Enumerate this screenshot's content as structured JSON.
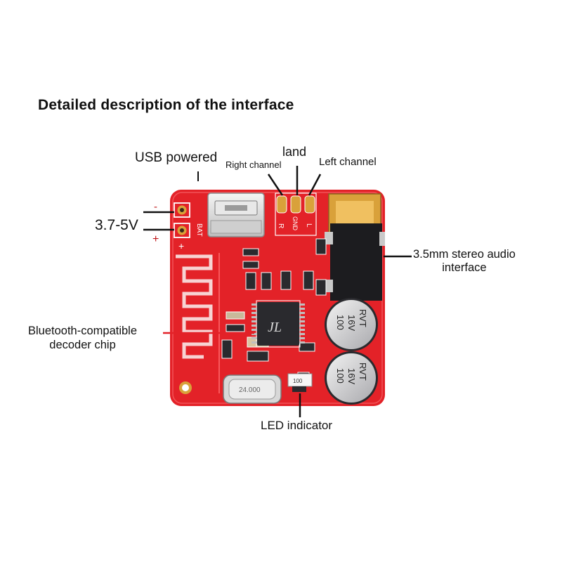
{
  "title": "Detailed description of the interface",
  "labels": {
    "usb": "USB powered",
    "land": "land",
    "right_channel": "Right channel",
    "left_channel": "Left channel",
    "voltage": "3.7-5V",
    "minus": "-",
    "plus": "+",
    "jack_line1": "3.5mm stereo audio",
    "jack_line2": "interface",
    "bt_line1": "Bluetooth-compatible",
    "bt_line2": "decoder chip",
    "led": "LED indicator"
  },
  "board_marks": {
    "bat": "BAT",
    "pad_r": "R",
    "pad_gnd": "GND",
    "pad_l": "L",
    "cap_brand": "RVT",
    "cap_voltage": "16V",
    "cap_value": "100",
    "crystal": "24.000",
    "chip_logo": "JL",
    "resistor_code": "100"
  },
  "colors": {
    "board": "#e32228",
    "board_dark": "#b8141a",
    "silkscreen": "#ffffff",
    "gold": "#d9a13a",
    "chip": "#2a2a2e"
  }
}
